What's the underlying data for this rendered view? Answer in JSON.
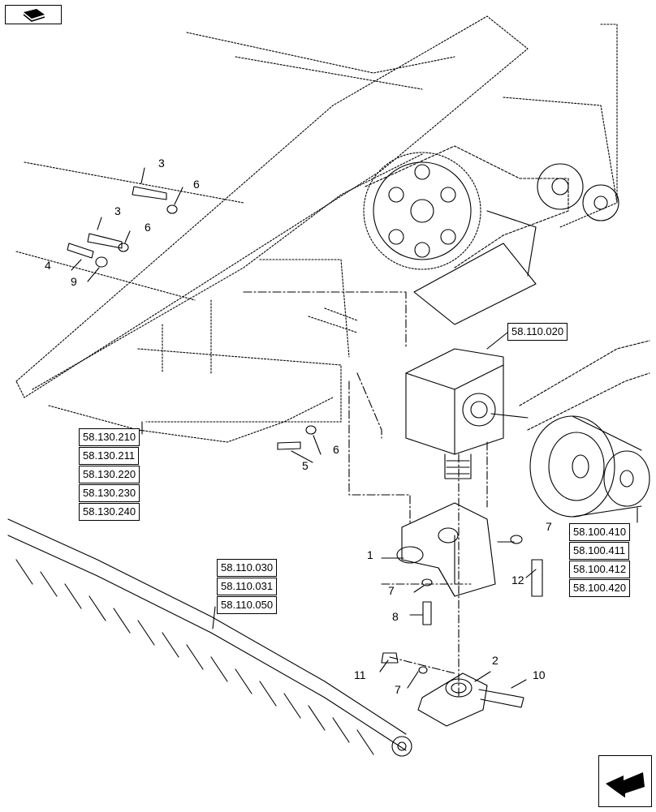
{
  "icons": {
    "top_left": "book-reference-icon",
    "bottom_right": "next-page-arrow-icon"
  },
  "reference_groups": {
    "gearbox": [
      "58.110.020"
    ],
    "header_frame": [
      "58.130.210",
      "58.130.211",
      "58.130.220",
      "58.130.230",
      "58.130.240"
    ],
    "cutter_bar": [
      "58.110.030",
      "58.110.031",
      "58.110.050"
    ],
    "drive_belt": [
      "58.100.410",
      "58.100.411",
      "58.100.412",
      "58.100.420"
    ]
  },
  "callouts": {
    "c1": "1",
    "c2": "2",
    "c3a": "3",
    "c3b": "3",
    "c4": "4",
    "c5": "5",
    "c6a": "6",
    "c6b": "6",
    "c6c": "6",
    "c7a": "7",
    "c7b": "7",
    "c7c": "7",
    "c8": "8",
    "c9": "9",
    "c10": "10",
    "c11": "11",
    "c12": "12"
  }
}
